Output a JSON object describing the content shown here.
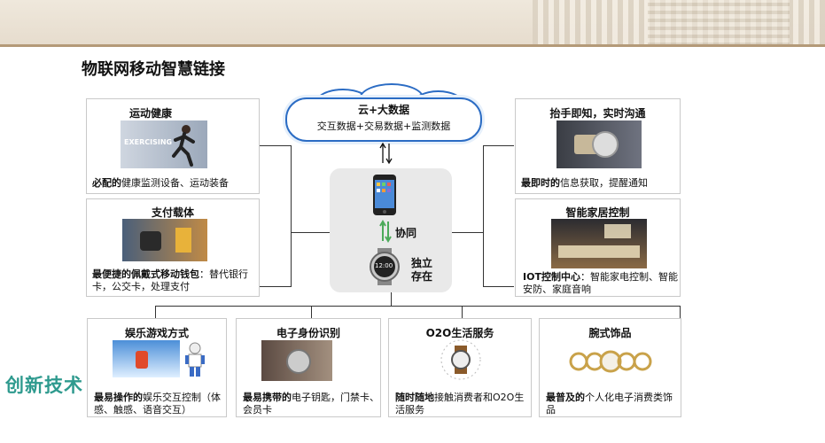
{
  "title": "物联网移动智慧链接",
  "side_label": "创新技术",
  "cloud": {
    "title": "云+大数据",
    "subtitle": "交互数据+交易数据+监测数据"
  },
  "center": {
    "sync_label": "协同",
    "standalone_label_1": "独立",
    "standalone_label_2": "存在",
    "watch_time": "12:00"
  },
  "left": [
    {
      "title": "运动健康",
      "bold": "必配的",
      "desc": "健康监测设备、运动装备",
      "pic_text": "EXERCISING"
    },
    {
      "title": "支付载体",
      "bold": "最便捷的佩戴式移动钱包",
      "desc": "：替代银行卡，公交卡，处理支付"
    }
  ],
  "right": [
    {
      "title": "抬手即知，实时沟通",
      "bold": "最即时的",
      "desc": "信息获取，提醒通知"
    },
    {
      "title": "智能家居控制",
      "bold": "IOT控制中心",
      "desc": "：智能家电控制、智能安防、家庭音响"
    }
  ],
  "bottom": [
    {
      "title": "娱乐游戏方式",
      "bold": "最易操作的",
      "desc": "娱乐交互控制（体感、触感、语音交互）"
    },
    {
      "title": "电子身份识别",
      "bold": "最易携带的",
      "desc": "电子钥匙，门禁卡、会员卡"
    },
    {
      "title": "O2O生活服务",
      "bold": "随时随地",
      "desc": "接触消费者和O2O生活服务"
    },
    {
      "title": "腕式饰品",
      "bold": "最普及的",
      "desc": "个人化电子消费类饰品"
    }
  ]
}
